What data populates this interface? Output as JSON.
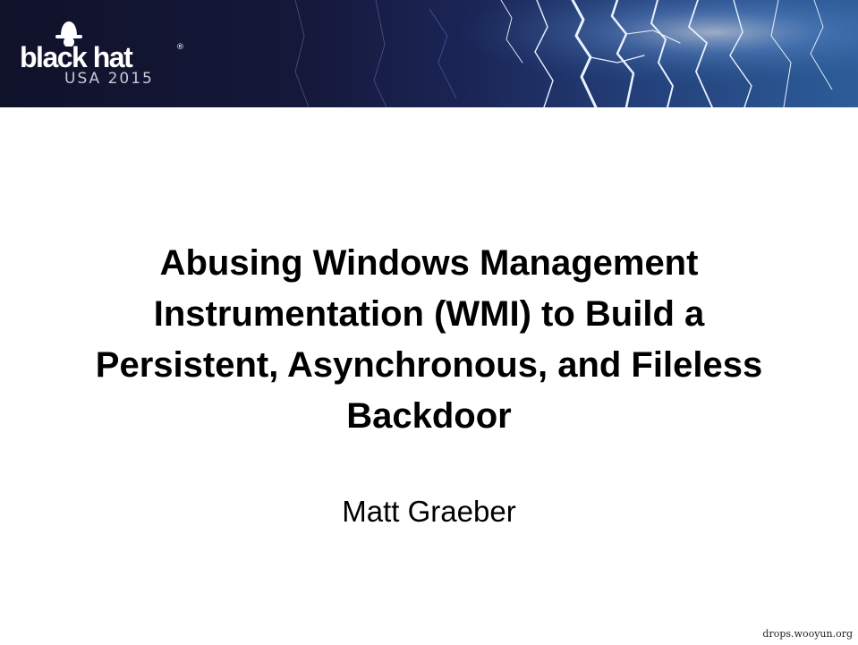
{
  "banner": {
    "logo": {
      "wordmark": "black hat",
      "registered_mark": "®",
      "event": "USA 2015",
      "icon": "spy-hat-icon"
    },
    "background": "lightning-art",
    "colors": {
      "dark": "#10122a",
      "accent": "#2c5d99",
      "bolt": "#e8f2ff"
    }
  },
  "slide": {
    "title_lines": [
      "Abusing Windows Management",
      "Instrumentation (WMI) to Build a",
      "Persistent, Asynchronous, and Fileless",
      "Backdoor"
    ],
    "author": "Matt Graeber"
  },
  "watermark": "drops.wooyun.org"
}
